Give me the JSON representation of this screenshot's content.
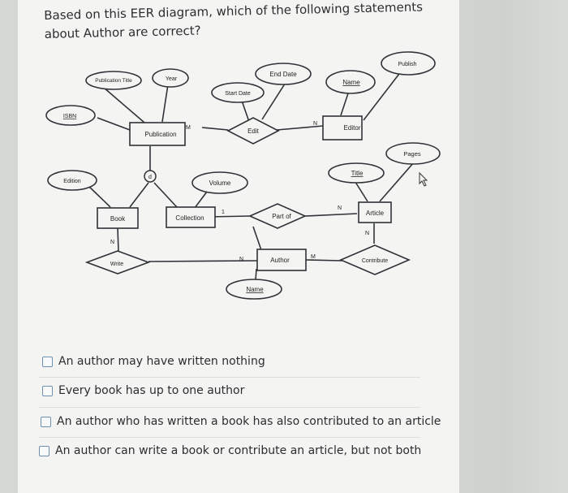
{
  "question": "Based on this EER diagram, which of the following statements about Author are correct?",
  "diagram": {
    "entities": [
      "Publication",
      "Book",
      "Collection",
      "Author",
      "Article",
      "Editor"
    ],
    "relationships": [
      "Edit",
      "Part of",
      "Write",
      "Contribute"
    ],
    "attributes": [
      "Publication Title",
      "Year",
      "ISBN",
      "Edition",
      "Volume",
      "Start Date",
      "End Date",
      "Name",
      "Name",
      "Publish",
      "Pages",
      "Title"
    ],
    "specialization": "d",
    "cardinalities": [
      "M",
      "N",
      "1",
      "N",
      "N",
      "M",
      "N",
      "N"
    ]
  },
  "options": [
    {
      "label": "An author may have written nothing"
    },
    {
      "label": "Every book has up to one author"
    },
    {
      "label": "An author who has written a book has also contributed to an article"
    },
    {
      "label": "An author can write a book or contribute an article, but not both"
    }
  ]
}
